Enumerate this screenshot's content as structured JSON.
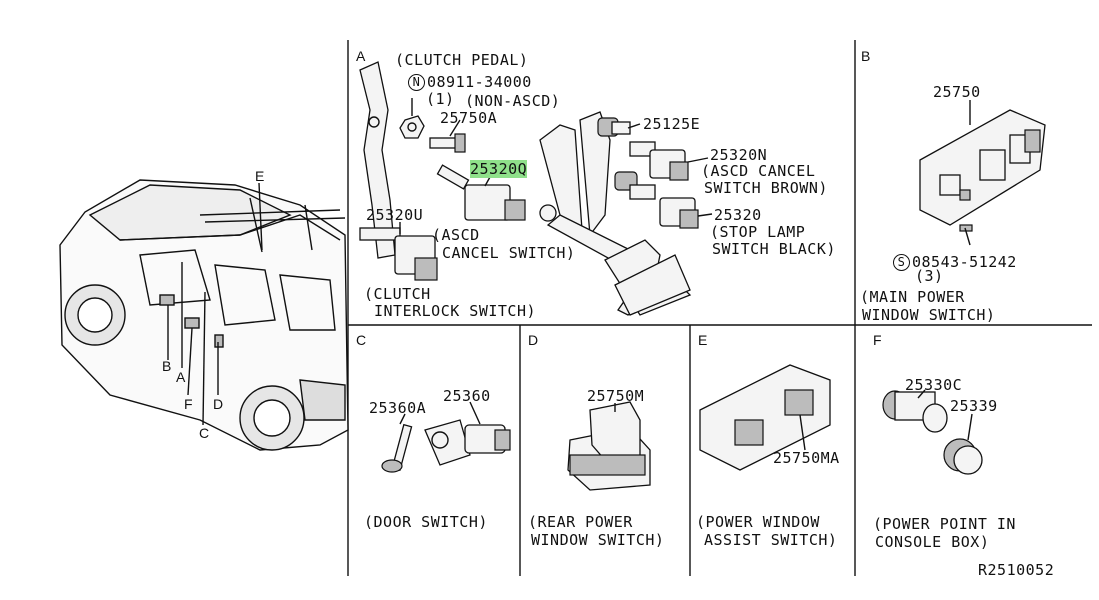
{
  "sections": {
    "A": "A",
    "B": "B",
    "C": "C",
    "D": "D",
    "E": "E",
    "F": "F"
  },
  "vehicle_callouts": {
    "E": "E",
    "B": "B",
    "A": "A",
    "F": "F",
    "D": "D",
    "C": "C"
  },
  "section_a": {
    "clutch_pedal": "(CLUTCH PEDAL)",
    "nut_symbol": "N",
    "nut_part": "08911-34000",
    "nut_qty": "(1)",
    "non_ascd": "(NON-ASCD)",
    "part_25750a": "25750A",
    "part_25320q": "25320Q",
    "ascd_cancel_switch_1": "(ASCD",
    "ascd_cancel_switch_2": "CANCEL SWITCH)",
    "part_25320u": "25320U",
    "clutch_interlock_1": "(CLUTCH",
    "clutch_interlock_2": "INTERLOCK SWITCH)",
    "part_25125e": "25125E",
    "part_25320n": "25320N",
    "ascd_brown_1": "(ASCD CANCEL",
    "ascd_brown_2": "SWITCH BROWN)",
    "part_25320": "25320",
    "stop_lamp_1": "(STOP LAMP",
    "stop_lamp_2": "SWITCH BLACK)"
  },
  "section_b": {
    "part_25750": "25750",
    "screw_symbol": "S",
    "screw_part": "08543-51242",
    "screw_qty": "(3)",
    "caption_1": "(MAIN POWER",
    "caption_2": "WINDOW SWITCH)"
  },
  "section_c": {
    "part_25360a": "25360A",
    "part_25360": "25360",
    "caption": "(DOOR SWITCH)"
  },
  "section_d": {
    "part_25750m": "25750M",
    "caption_1": "(REAR POWER",
    "caption_2": "WINDOW SWITCH)"
  },
  "section_e": {
    "part_25750ma": "25750MA",
    "caption_1": "(POWER WINDOW",
    "caption_2": "ASSIST SWITCH)"
  },
  "section_f": {
    "part_25330c": "25330C",
    "part_25339": "25339",
    "caption_1": "(POWER POINT IN",
    "caption_2": "CONSOLE BOX)"
  },
  "diagram_code": "R2510052",
  "colors": {
    "highlight": "#8fe08a",
    "ink": "#111111"
  }
}
